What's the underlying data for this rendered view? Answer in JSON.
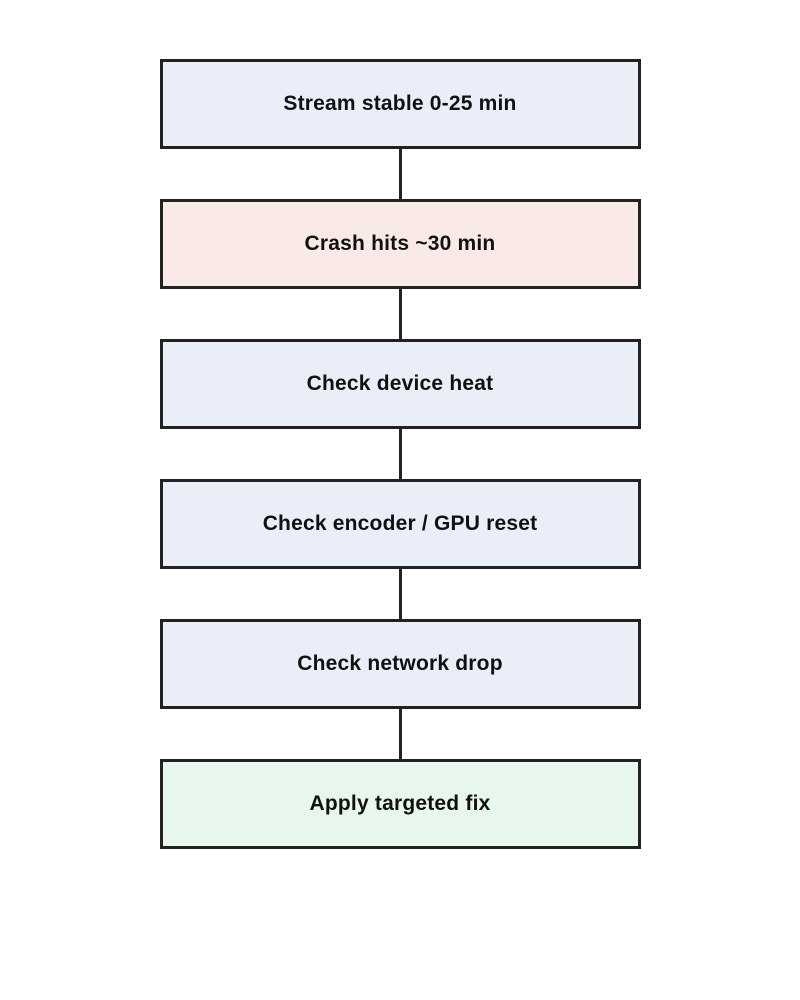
{
  "diagram": {
    "type": "flowchart",
    "direction": "top-down",
    "colors": {
      "background": "#ffffff",
      "border": "#222222",
      "text": "#111111",
      "connector": "#222222",
      "step_fill": "#e9eef9",
      "problem_fill": "#f9eae7",
      "resolution_fill": "#e8f7ee"
    },
    "nodes": [
      {
        "id": "stream-stable",
        "label": "Stream stable 0-25 min",
        "fill": "#e9eef9",
        "role": "step"
      },
      {
        "id": "crash-hits",
        "label": "Crash hits ~30 min",
        "fill": "#f9eae7",
        "role": "problem"
      },
      {
        "id": "check-device-heat",
        "label": "Check device heat",
        "fill": "#e9eef9",
        "role": "step"
      },
      {
        "id": "check-encoder-gpu",
        "label": "Check encoder / GPU reset",
        "fill": "#e9eef9",
        "role": "step"
      },
      {
        "id": "check-network-drop",
        "label": "Check network drop",
        "fill": "#e9eef9",
        "role": "step"
      },
      {
        "id": "apply-targeted-fix",
        "label": "Apply targeted fix",
        "fill": "#e8f7ee",
        "role": "resolution"
      }
    ],
    "edges": [
      {
        "from": "stream-stable",
        "to": "crash-hits"
      },
      {
        "from": "crash-hits",
        "to": "check-device-heat"
      },
      {
        "from": "check-device-heat",
        "to": "check-encoder-gpu"
      },
      {
        "from": "check-encoder-gpu",
        "to": "check-network-drop"
      },
      {
        "from": "check-network-drop",
        "to": "apply-targeted-fix"
      }
    ]
  }
}
